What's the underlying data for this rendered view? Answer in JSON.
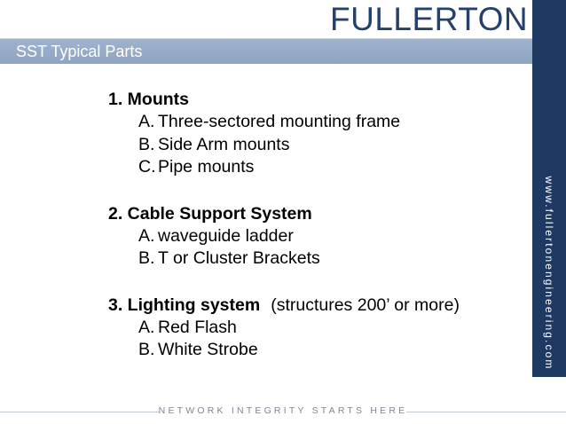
{
  "brand": {
    "logo_text": "FULLERTON",
    "side_url": "www.fullertonengineering.com"
  },
  "slide": {
    "title": "SST Typical Parts",
    "sections": [
      {
        "heading": "1. Mounts",
        "note": "",
        "items": [
          {
            "letter": "A.",
            "text": "Three-sectored mounting frame"
          },
          {
            "letter": "B.",
            "text": "Side Arm mounts"
          },
          {
            "letter": "C.",
            "text": "Pipe mounts"
          }
        ]
      },
      {
        "heading": "2. Cable Support System",
        "note": "",
        "items": [
          {
            "letter": "A.",
            "text": "waveguide ladder"
          },
          {
            "letter": "B.",
            "text": "T or Cluster Brackets"
          }
        ]
      },
      {
        "heading": "3. Lighting system",
        "note": "(structures 200’ or more)",
        "items": [
          {
            "letter": "A.",
            "text": "Red Flash"
          },
          {
            "letter": "B.",
            "text": "White Strobe"
          }
        ]
      }
    ]
  },
  "footer": {
    "tagline": "NETWORK INTEGRITY STARTS HERE"
  }
}
